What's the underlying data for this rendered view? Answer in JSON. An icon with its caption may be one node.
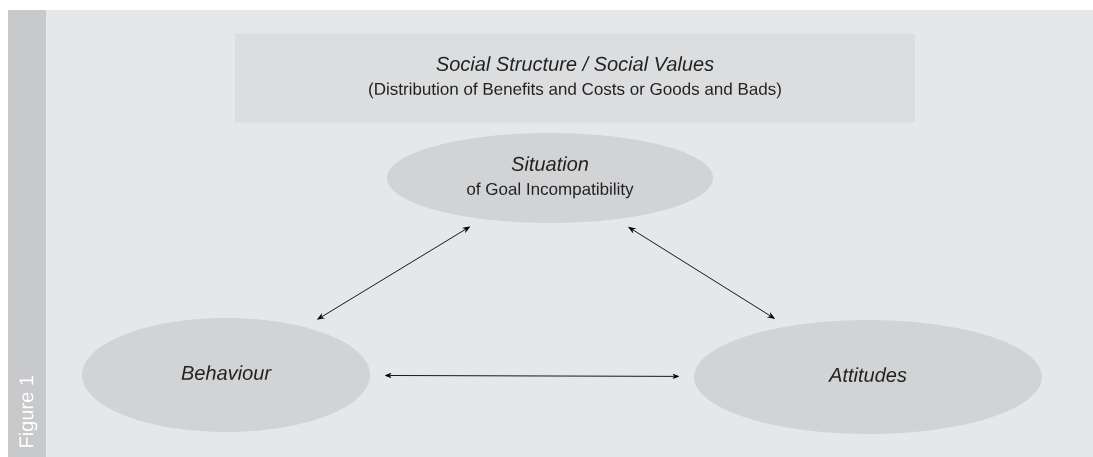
{
  "diagram": {
    "nodes": [
      {
        "text": [
          "Social Structure / Social Values",
          "(Distribution of Benefits and Costs or Goods and Bads)"
        ]
      },
      {
        "text": [
          "Situation",
          "of Goal Incompatibility"
        ]
      },
      {
        "text": [
          "Behaviour"
        ]
      },
      {
        "text": [
          "Attitudes"
        ]
      }
    ],
    "edges": [
      {
        "from": 1,
        "to": 2,
        "arrow": "both"
      },
      {
        "from": 1,
        "to": 3,
        "arrow": "both"
      },
      {
        "from": 2,
        "to": 3,
        "arrow": "both"
      }
    ],
    "labels": [
      "Figure 1"
    ]
  }
}
